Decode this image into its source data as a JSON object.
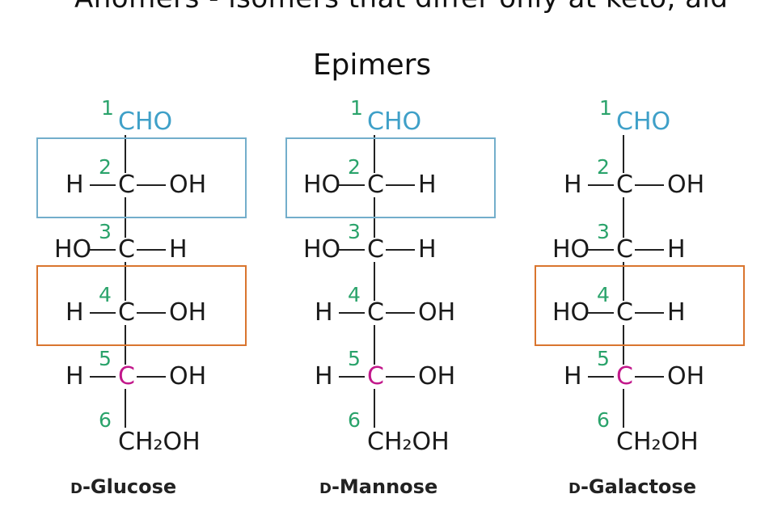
{
  "header_cut": "Anomers - isomers that differ only at keto, ald",
  "title": "Epimers",
  "colors": {
    "blue_box": "#73aecb",
    "orange_box": "#d9752e",
    "numbers": "#2aa36b",
    "aldehyde": "#3fa0c8",
    "c5": "#c2188b"
  },
  "structures": [
    {
      "name_prefix": "D",
      "name": "-Glucose",
      "top": "CHO",
      "bottom": "CH₂OH",
      "numbers": [
        "1",
        "2",
        "3",
        "4",
        "5",
        "6"
      ],
      "rows": [
        {
          "left": "H",
          "center": "C",
          "right": "OH"
        },
        {
          "left": "HO",
          "center": "C",
          "right": "H"
        },
        {
          "left": "H",
          "center": "C",
          "right": "OH"
        },
        {
          "left": "H",
          "center": "C",
          "right": "OH"
        }
      ],
      "highlight_rows": [
        {
          "row": 2,
          "color": "blue"
        },
        {
          "row": 4,
          "color": "orange"
        }
      ]
    },
    {
      "name_prefix": "D",
      "name": "-Mannose",
      "top": "CHO",
      "bottom": "CH₂OH",
      "numbers": [
        "1",
        "2",
        "3",
        "4",
        "5",
        "6"
      ],
      "rows": [
        {
          "left": "HO",
          "center": "C",
          "right": "H"
        },
        {
          "left": "HO",
          "center": "C",
          "right": "H"
        },
        {
          "left": "H",
          "center": "C",
          "right": "OH"
        },
        {
          "left": "H",
          "center": "C",
          "right": "OH"
        }
      ],
      "highlight_rows": [
        {
          "row": 2,
          "color": "blue"
        }
      ]
    },
    {
      "name_prefix": "D",
      "name": "-Galactose",
      "top": "CHO",
      "bottom": "CH₂OH",
      "numbers": [
        "1",
        "2",
        "3",
        "4",
        "5",
        "6"
      ],
      "rows": [
        {
          "left": "H",
          "center": "C",
          "right": "OH"
        },
        {
          "left": "HO",
          "center": "C",
          "right": "H"
        },
        {
          "left": "HO",
          "center": "C",
          "right": "H"
        },
        {
          "left": "H",
          "center": "C",
          "right": "OH"
        }
      ],
      "highlight_rows": [
        {
          "row": 4,
          "color": "orange"
        }
      ]
    }
  ]
}
